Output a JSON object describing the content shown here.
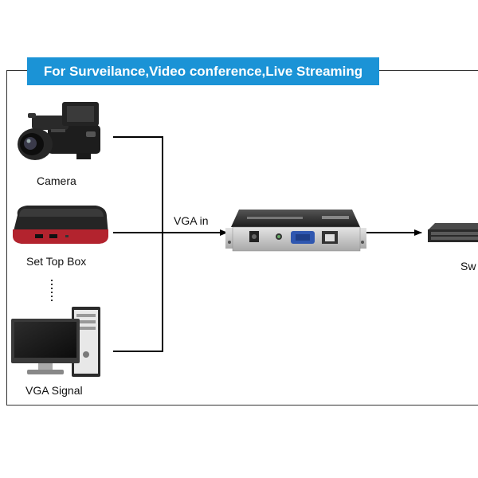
{
  "banner": {
    "text": "For Surveilance,Video conference,Live Streaming"
  },
  "sources": [
    {
      "label": "Camera"
    },
    {
      "label": "Set Top Box"
    },
    {
      "label": "VGA Signal"
    }
  ],
  "connection": {
    "label": "VGA in"
  },
  "destination": {
    "label": "Sw"
  },
  "icons": {
    "camera": "video-camera-icon",
    "settop": "set-top-box-icon",
    "pc": "computer-icon",
    "encoder": "vga-encoder-icon",
    "switch": "network-switch-icon"
  },
  "colors": {
    "banner": "#1b93d6"
  }
}
